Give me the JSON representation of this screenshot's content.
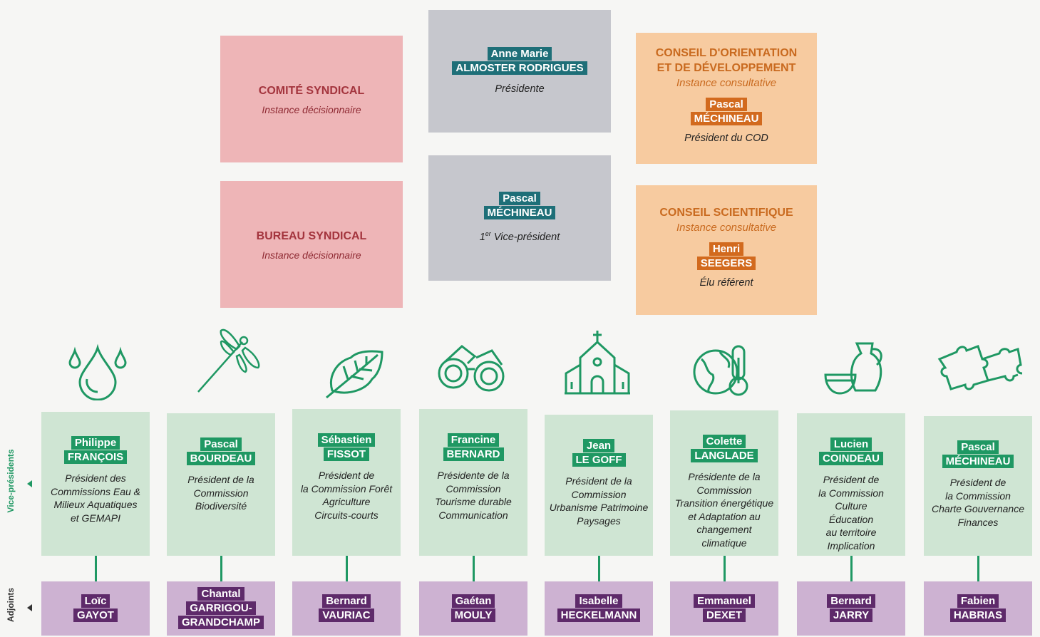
{
  "colors": {
    "committee_pink": "#eeb5b7",
    "president_grey": "#c6c7cd",
    "council_orange": "#f7cba0",
    "vp_green": "#cfe5d3",
    "adjoint_purple": "#cdb2d2",
    "name_teal": "#1e6f78",
    "name_orange": "#d26a1e",
    "name_green": "#1f9863",
    "name_purple": "#5e2a6a"
  },
  "comite_syndical": {
    "title": "COMITÉ SYNDICAL",
    "subtitle": "Instance décisionnaire"
  },
  "bureau_syndical": {
    "title": "BUREAU SYNDICAL",
    "subtitle": "Instance décisionnaire"
  },
  "presidente": {
    "first": "Anne Marie",
    "last": "ALMOSTER RODRIGUES",
    "role": "Présidente"
  },
  "vice_president_1": {
    "first": "Pascal",
    "last": "MÉCHINEAU",
    "role": "1er Vice-président"
  },
  "cod": {
    "title_1": "CONSEIL D'ORIENTATION",
    "title_2": "ET DE DÉVELOPPEMENT",
    "subtitle": "Instance consultative",
    "first": "Pascal",
    "last": "MÉCHINEAU",
    "role": "Président du COD"
  },
  "conseil_scientifique": {
    "title": "CONSEIL SCIENTIFIQUE",
    "subtitle": "Instance consultative",
    "first": "Henri",
    "last": "SEEGERS",
    "role": "Élu référent"
  },
  "side_labels": {
    "vice_presidents": "Vice-présidents",
    "adjoints": "Adjoints"
  },
  "vice_presidents": [
    {
      "icon": "water-drops-icon",
      "first": "Philippe",
      "last": "FRANÇOIS",
      "role": [
        "Président des",
        "Commissions Eau &",
        "Milieux Aquatiques",
        "et GEMAPI"
      ]
    },
    {
      "icon": "dragonfly-icon",
      "first": "Pascal",
      "last": "BOURDEAU",
      "role": [
        "Président de la",
        "Commission",
        "Biodiversité"
      ]
    },
    {
      "icon": "leaf-icon",
      "first": "Sébastien",
      "last": "FISSOT",
      "role": [
        "Président de",
        "la Commission Forêt",
        "Agriculture",
        "Circuits-courts"
      ]
    },
    {
      "icon": "binoculars-icon",
      "first": "Francine",
      "last": "BERNARD",
      "role": [
        "Présidente de la",
        "Commission",
        "Tourisme durable",
        "Communication"
      ]
    },
    {
      "icon": "church-icon",
      "first": "Jean",
      "last": "LE GOFF",
      "role": [
        "Président de la",
        "Commission",
        "Urbanisme Patrimoine",
        "Paysages"
      ]
    },
    {
      "icon": "globe-thermometer-icon",
      "first": "Colette",
      "last": "LANGLADE",
      "role": [
        "Présidente de la",
        "Commission",
        "Transition énergétique",
        "et Adaptation au",
        "changement",
        "climatique"
      ]
    },
    {
      "icon": "pottery-icon",
      "first": "Lucien",
      "last": "COINDEAU",
      "role": [
        "Président de",
        "la Commission",
        "Culture",
        "Éducation",
        "au territoire",
        "Implication"
      ]
    },
    {
      "icon": "puzzle-icon",
      "first": "Pascal",
      "last": "MÉCHINEAU",
      "role": [
        "Président de",
        "la Commission",
        "Charte Gouvernance",
        "Finances"
      ]
    }
  ],
  "adjoints": [
    {
      "lines": [
        "Loïc",
        "GAYOT"
      ]
    },
    {
      "lines": [
        "Chantal",
        "GARRIGOU-",
        "GRANDCHAMP"
      ]
    },
    {
      "lines": [
        "Bernard",
        "VAURIAC"
      ]
    },
    {
      "lines": [
        "Gaétan",
        "MOULY"
      ]
    },
    {
      "lines": [
        "Isabelle",
        "HECKELMANN"
      ]
    },
    {
      "lines": [
        "Emmanuel",
        "DEXET"
      ]
    },
    {
      "lines": [
        "Bernard",
        "JARRY"
      ]
    },
    {
      "lines": [
        "Fabien",
        "HABRIAS"
      ]
    }
  ]
}
